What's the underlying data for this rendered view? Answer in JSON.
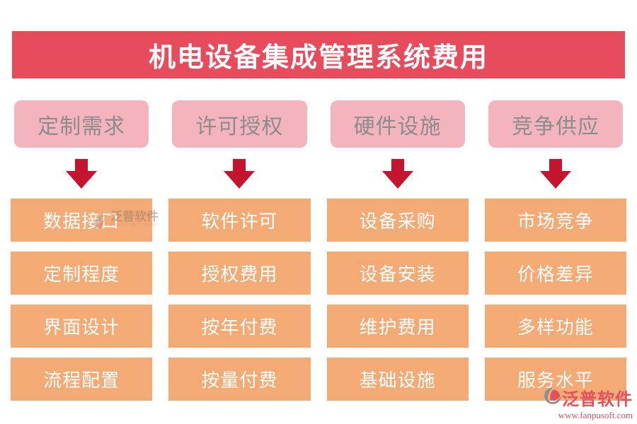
{
  "title": "机电设备集成管理系统费用",
  "colors": {
    "banner_red": "#e74c5c",
    "header_pink": "#f4b4bd",
    "header_text_gray": "#8c8c8c",
    "item_orange": "#f4aa75",
    "arrow_red": "#c3152e",
    "logo_red": "#e4505e"
  },
  "columns": [
    {
      "header": "定制需求",
      "items": [
        "数据接口",
        "定制程度",
        "界面设计",
        "流程配置"
      ]
    },
    {
      "header": "许可授权",
      "items": [
        "软件许可",
        "授权费用",
        "按年付费",
        "按量付费"
      ]
    },
    {
      "header": "硬件设施",
      "items": [
        "设备采购",
        "设备安装",
        "维护费用",
        "基础设施"
      ]
    },
    {
      "header": "竞争供应",
      "items": [
        "市场竞争",
        "价格差异",
        "多样功能",
        "服务水平"
      ]
    }
  ],
  "watermark": {
    "brand": "泛普软件",
    "subtitle": "FANPU SOFTWARE"
  },
  "footer_logo": {
    "brand": "泛普软件",
    "url": "www.fanpusoft.com"
  }
}
